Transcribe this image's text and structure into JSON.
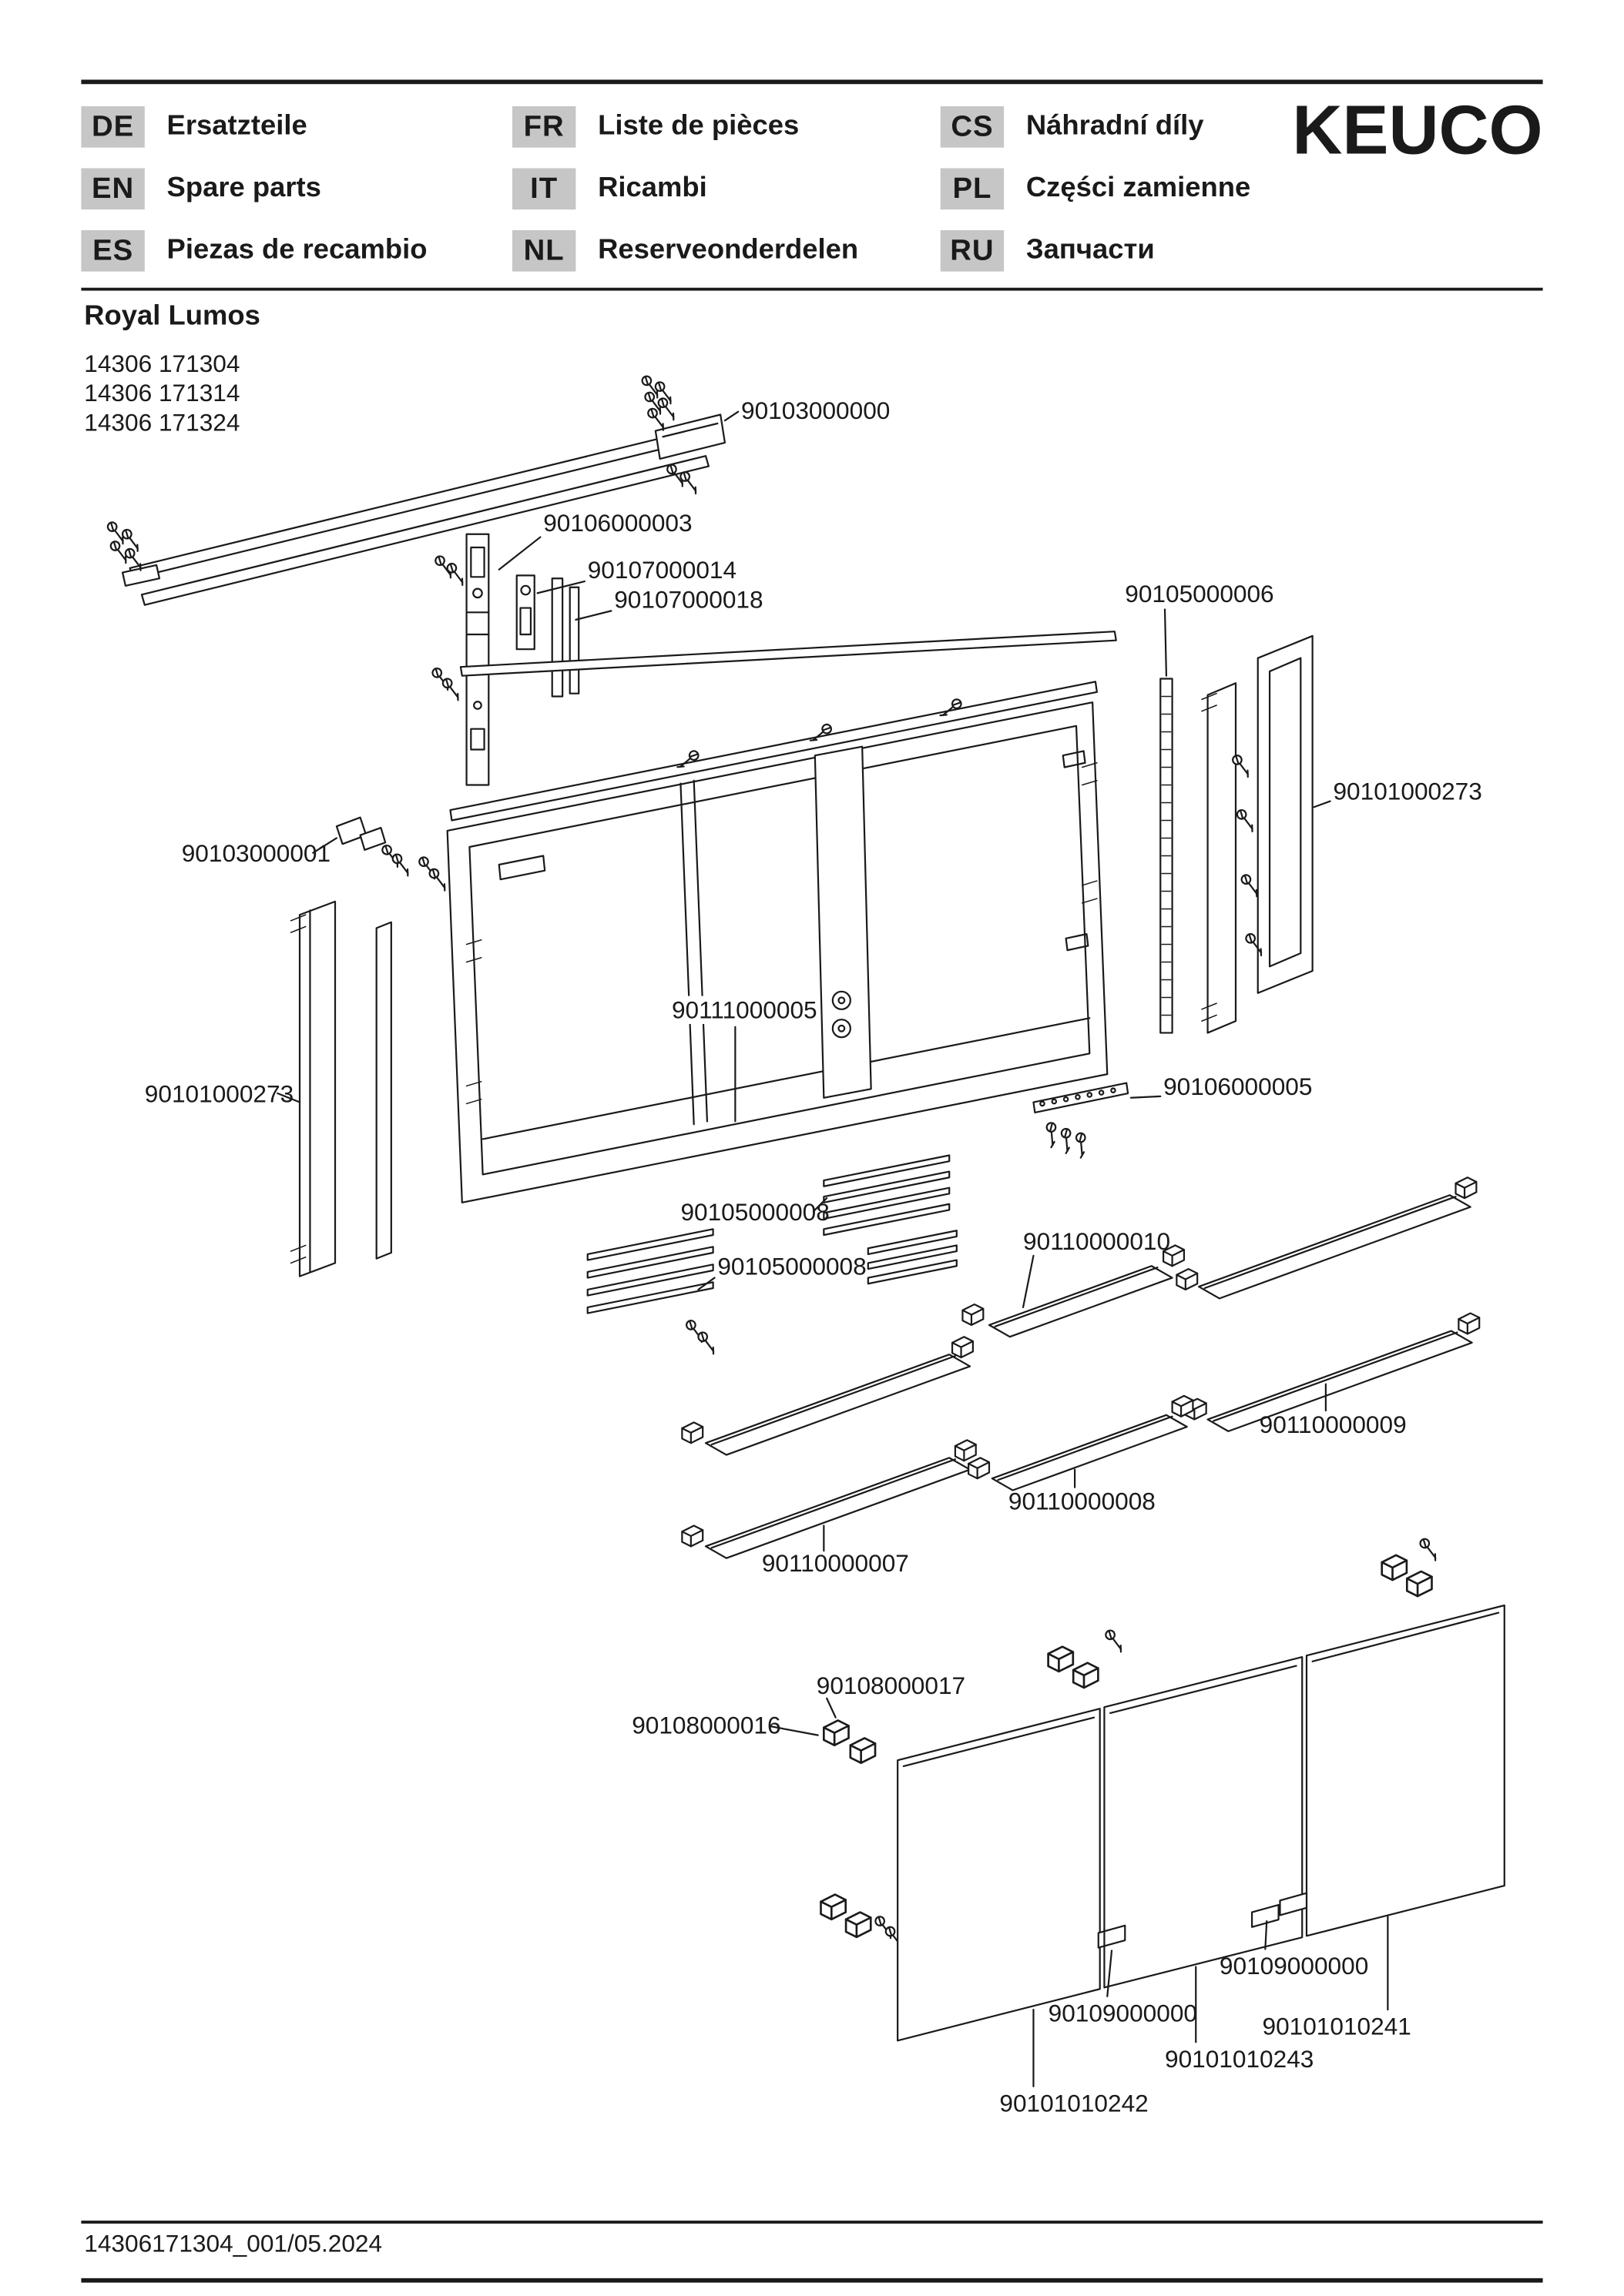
{
  "header": {
    "logo": "KEUCO",
    "languages": [
      {
        "code": "DE",
        "label": "Ersatzteile"
      },
      {
        "code": "EN",
        "label": "Spare parts"
      },
      {
        "code": "ES",
        "label": "Piezas de recambio"
      },
      {
        "code": "FR",
        "label": "Liste de pièces"
      },
      {
        "code": "IT",
        "label": "Ricambi"
      },
      {
        "code": "NL",
        "label": "Reserveonderdelen"
      },
      {
        "code": "CS",
        "label": "Náhradní díly"
      },
      {
        "code": "PL",
        "label": "Części zamienne"
      },
      {
        "code": "RU",
        "label": "Запчасти"
      }
    ]
  },
  "product": {
    "name": "Royal Lumos",
    "models": [
      "14306 171304",
      "14306 171314",
      "14306 171324"
    ]
  },
  "diagram": {
    "labels": [
      "90103000000",
      "90106000003",
      "90107000014",
      "90107000018",
      "90105000006",
      "90101000273",
      "90103000001",
      "90111000005",
      "90101000273",
      "90106000005",
      "90105000008",
      "90105000008",
      "90110000010",
      "90110000009",
      "90110000008",
      "90110000007",
      "90108000017",
      "90108000016",
      "90109000000",
      "90109000000",
      "90101010241",
      "90101010243",
      "90101010242"
    ]
  },
  "footer": {
    "doc_number": "14306171304_001/05.2024"
  },
  "colors": {
    "ink": "#1a1a1a",
    "badge_bg": "#c6c6c6",
    "paper": "#ffffff"
  }
}
